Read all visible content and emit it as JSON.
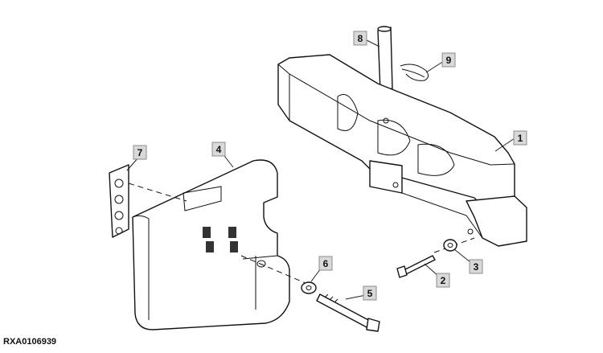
{
  "figure_id": "RXA0106939",
  "callouts": [
    "1",
    "2",
    "3",
    "4",
    "5",
    "6",
    "7",
    "8",
    "9"
  ]
}
